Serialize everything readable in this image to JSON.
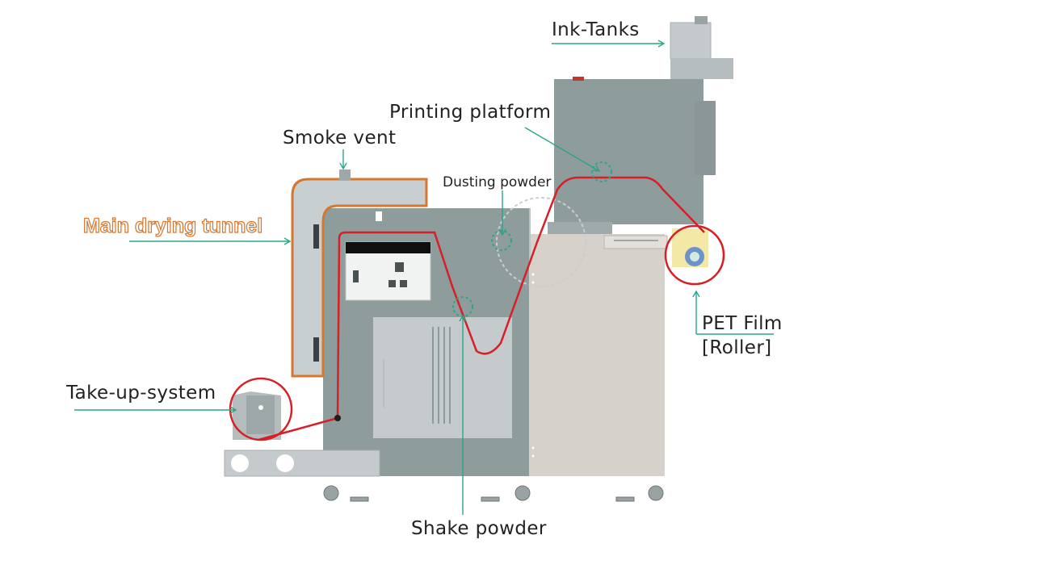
{
  "labels": {
    "ink_tanks": "Ink-Tanks",
    "printing_platform": "Printing platform",
    "smoke_vent": "Smoke vent",
    "dusting_powder": "Dusting powder",
    "main_drying_tunnel": "Main drying tunnel",
    "pet_film_line1": "PET Film",
    "pet_film_line2": "[Roller]",
    "take_up_system": "Take-up-system",
    "shake_powder": "Shake powder"
  },
  "colors": {
    "film_path": "#d61f26",
    "leader_line": "#2aa58a",
    "tunnel_outline": "#d5772f",
    "machine_dark": "#8f9c9c",
    "machine_light": "#d6d1cb",
    "panel_light": "#c5cbcc"
  }
}
